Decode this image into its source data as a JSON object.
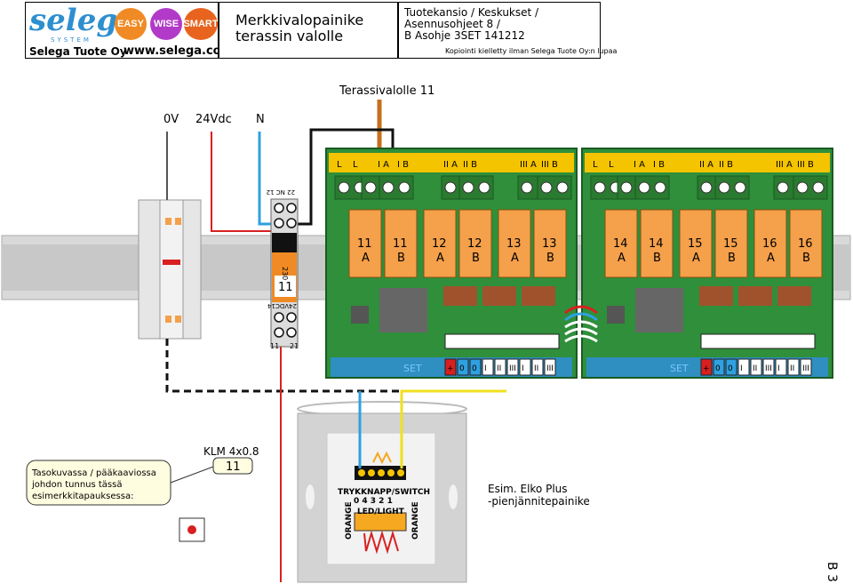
{
  "header": {
    "logo_word": "selega",
    "logo_sub": "SYSTEM",
    "badges": [
      {
        "label": "EASY",
        "color": "#f08a24"
      },
      {
        "label": "WISE",
        "color": "#b23ac8"
      },
      {
        "label": "SMART",
        "color": "#e8641e"
      }
    ],
    "company": "Selega Tuote Oy",
    "website": "www.selega.com",
    "title_line1": "Merkkivalopainike",
    "title_line2": "terassin valolle",
    "path_line1": "Tuotekansio / Keskukset /",
    "path_line2": "Asennusohjeet 8 /",
    "path_line3": "B Asohje 3SET 141212",
    "copyright": "Kopiointi kielletty ilman Selega Tuote Oy:n lupaa"
  },
  "diagram": {
    "load_label": "Terassivalolle 11",
    "supply": {
      "zero": "0V",
      "dc": "24Vdc",
      "neutral": "N"
    },
    "relay_module": {
      "top_label": "22 NC 12",
      "voltage": "230",
      "channel": "11",
      "type": "24VDC14",
      "bottom_left": "11",
      "bottom_right": "21"
    },
    "boards": [
      {
        "terminal_labels": [
          "L",
          "L",
          "I A",
          "I B",
          "II A",
          "II B",
          "III A",
          "III B"
        ],
        "relays": [
          {
            "num": "11",
            "side": "A"
          },
          {
            "num": "11",
            "side": "B"
          },
          {
            "num": "12",
            "side": "A"
          },
          {
            "num": "12",
            "side": "B"
          },
          {
            "num": "13",
            "side": "A"
          },
          {
            "num": "13",
            "side": "B"
          }
        ],
        "set_label": "SET",
        "strip_labels": [
          "+",
          "0",
          "0",
          "I",
          "II",
          "III",
          "I",
          "II",
          "III"
        ]
      },
      {
        "terminal_labels": [
          "L",
          "L",
          "I A",
          "I B",
          "II A",
          "II B",
          "III A",
          "III B"
        ],
        "relays": [
          {
            "num": "14",
            "side": "A"
          },
          {
            "num": "14",
            "side": "B"
          },
          {
            "num": "15",
            "side": "A"
          },
          {
            "num": "15",
            "side": "B"
          },
          {
            "num": "16",
            "side": "A"
          },
          {
            "num": "16",
            "side": "B"
          }
        ],
        "set_label": "SET",
        "strip_labels": [
          "+",
          "0",
          "0",
          "I",
          "II",
          "III",
          "I",
          "II",
          "III"
        ]
      }
    ],
    "cable_label": "KLM 4x0.8",
    "cable_tag": "11",
    "note": [
      "Tasokuvassa / pääkaaviossa",
      "johdon tunnus tässä",
      "esimerkkitapauksessa:"
    ],
    "switch": {
      "label_top": "TRYKKNAPP/SWITCH",
      "numbers": "0 4 3 2 1",
      "label_led": "LED/LIGHT",
      "side_left": "ORANGE",
      "side_right": "ORANGE"
    },
    "example": [
      "Esim. Elko Plus",
      "-pienjännitepainike"
    ],
    "page_code": "B 3"
  },
  "colors": {
    "board_green": "#2f8f3a",
    "relay_orange": "#f5a04a",
    "wire_brown": "#c4701c",
    "wire_red": "#d82020",
    "wire_blue": "#2fa0e0",
    "wire_yellow": "#f0e020",
    "wire_black": "#111111",
    "logo_blue": "#2e8fcf"
  }
}
